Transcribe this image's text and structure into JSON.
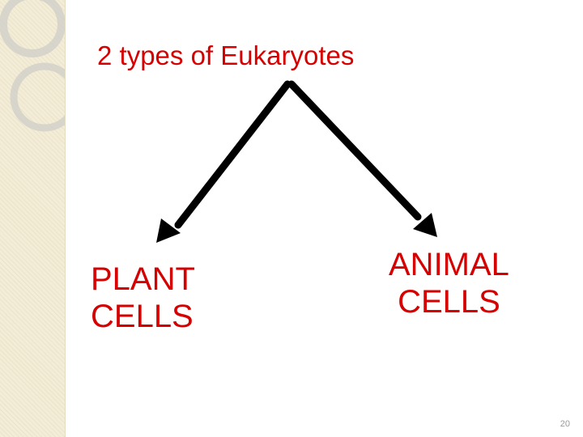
{
  "slide": {
    "title": "2 types of Eukaryotes",
    "left_label": "PLANT\nCELLS",
    "right_label": "ANIMAL\nCELLS",
    "page_number": "20"
  },
  "colors": {
    "text_red": "#d60000",
    "arrow": "#000000",
    "sidebar": "#f3ecd6"
  },
  "icons": [
    "arrow-left-down",
    "arrow-right-down",
    "decorative-rings"
  ]
}
